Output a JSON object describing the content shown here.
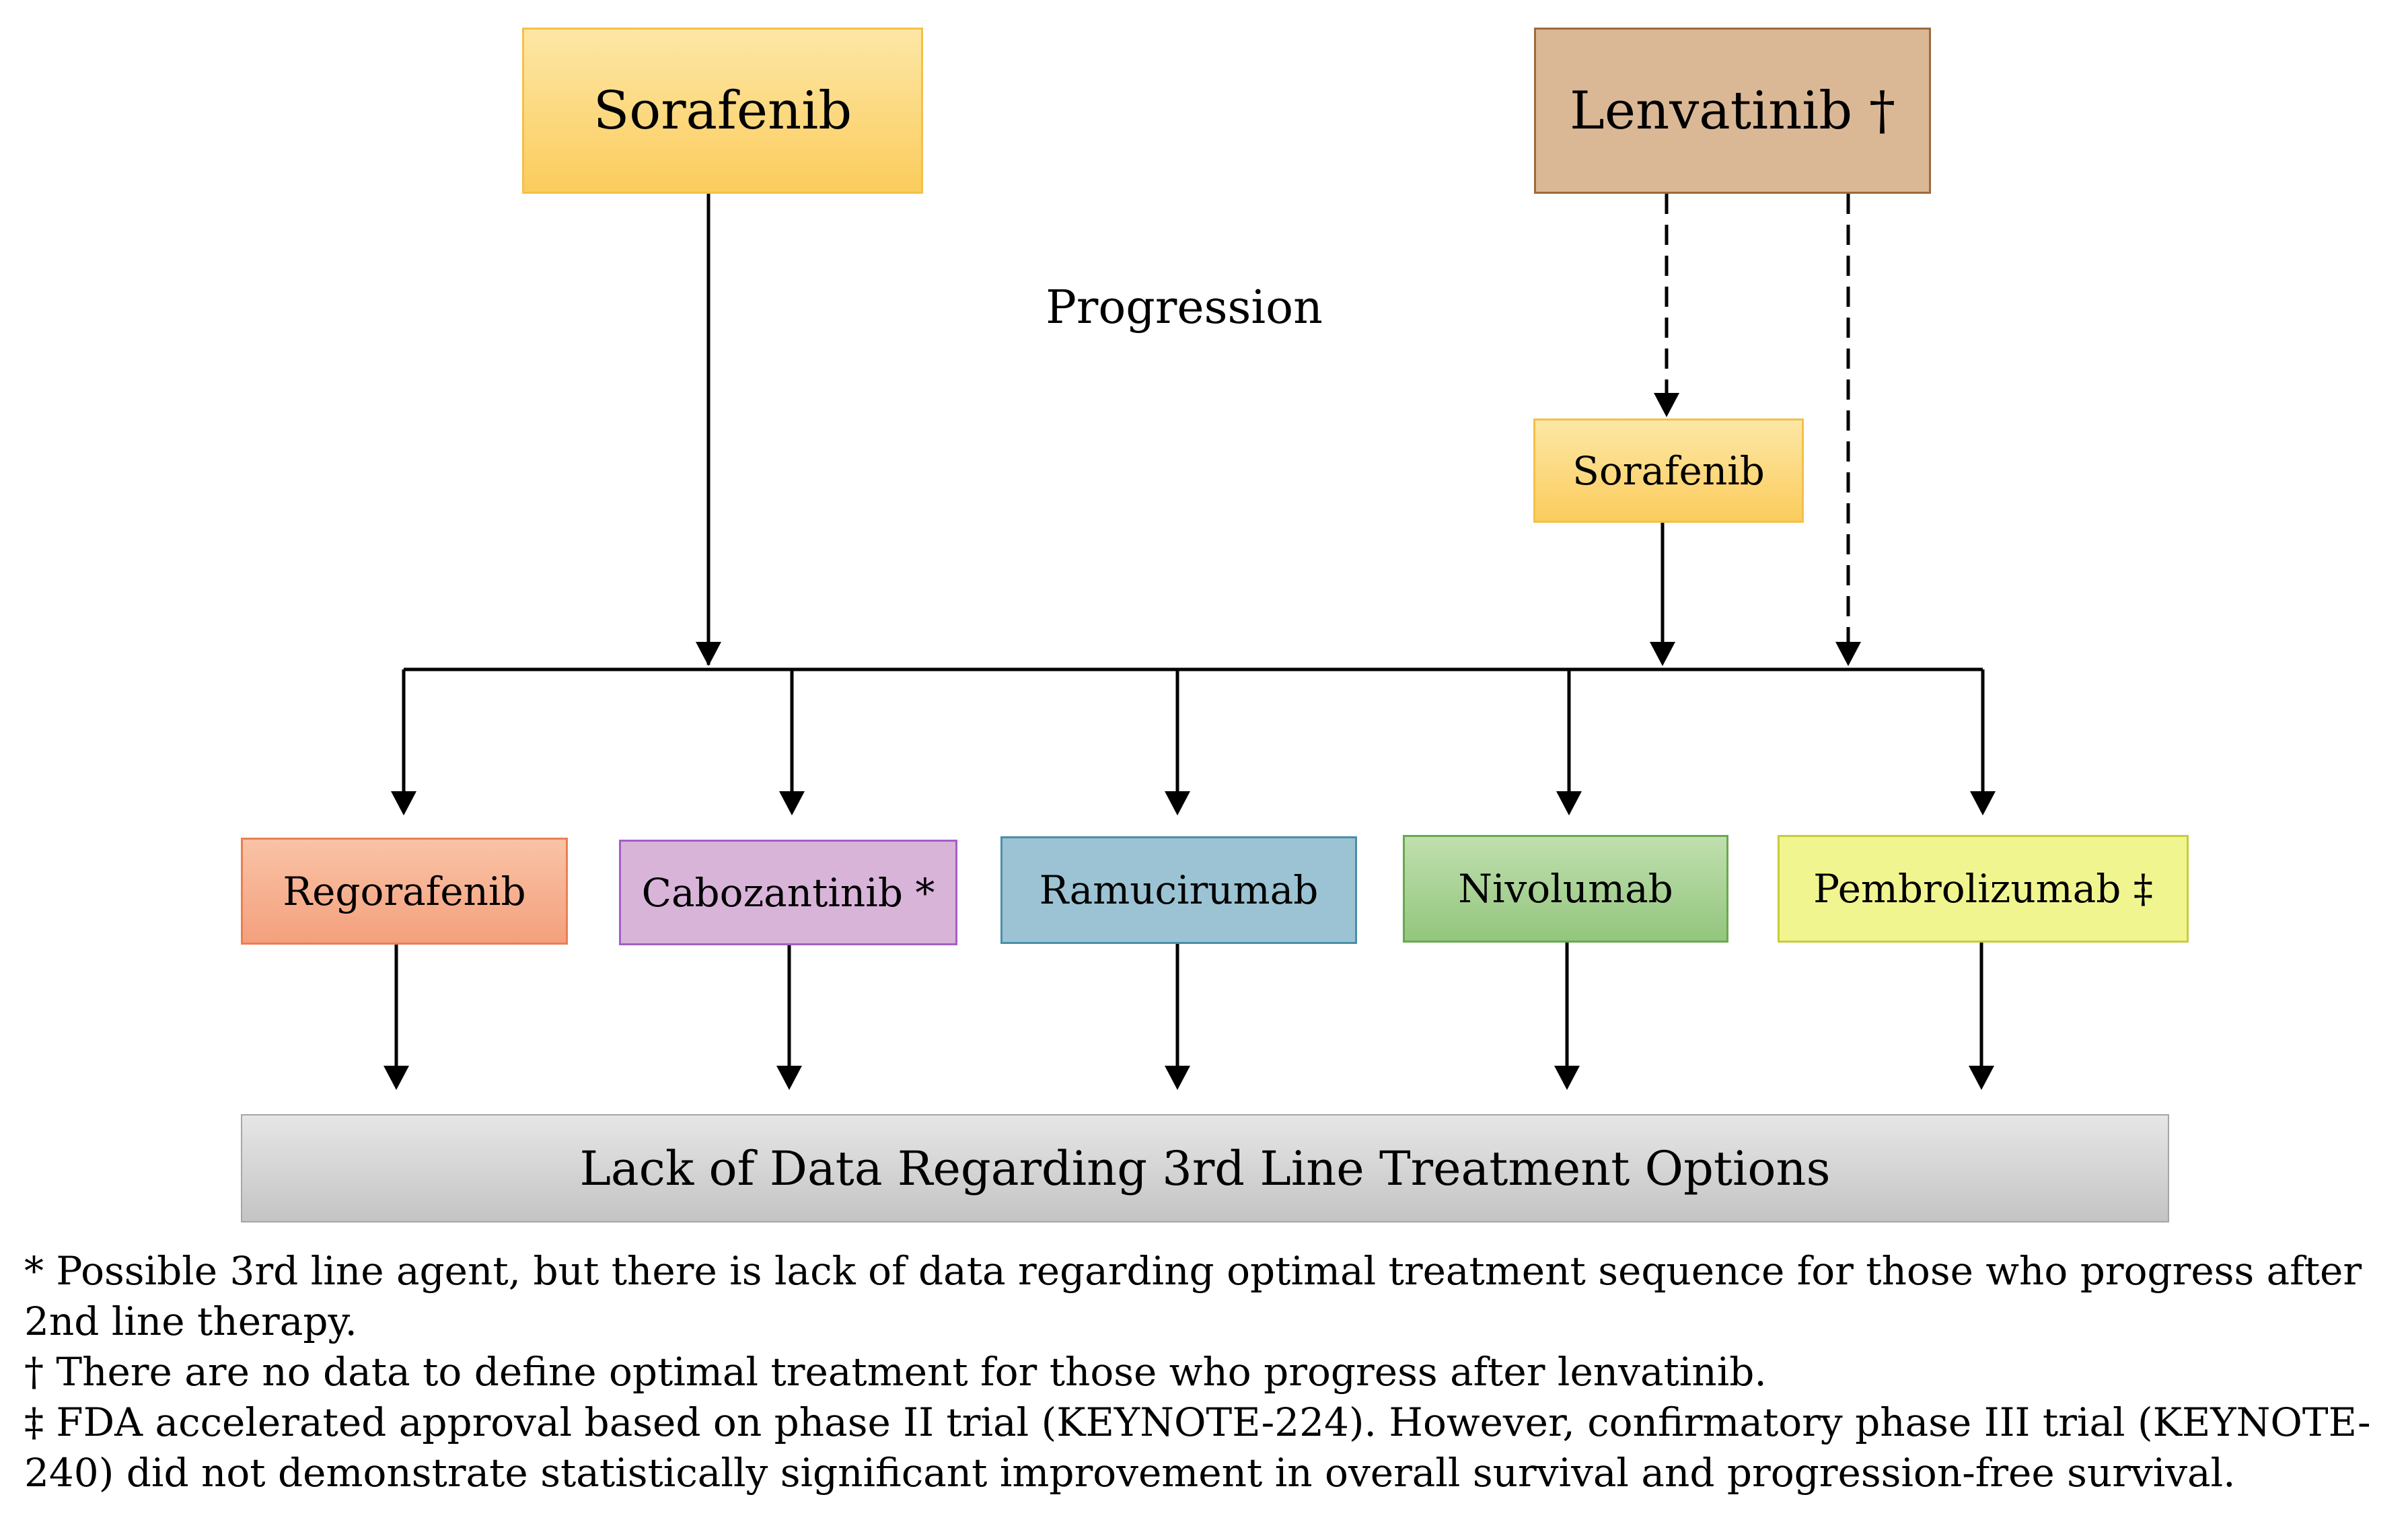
{
  "boxes": {
    "sorafenib_top": "Sorafenib",
    "lenvatinib": "Lenvatinib †",
    "sorafenib_mid": "Sorafenib",
    "regorafenib": "Regorafenib",
    "cabozantinib": "Cabozantinib *",
    "ramucirumab": "Ramucirumab",
    "nivolumab": "Nivolumab",
    "pembrolizumab": "Pembrolizumab ‡",
    "lack_of_data": "Lack of Data Regarding 3rd Line Treatment Options"
  },
  "labels": {
    "progression": "Progression"
  },
  "footnotes": [
    "* Possible 3rd line agent, but there is lack of data regarding optimal treatment sequence for those who progress after 2nd line therapy.",
    "† There are no data to define optimal treatment for those who progress after lenvatinib.",
    "‡ FDA accelerated approval based on phase II trial (KEYNOTE-224). However, confirmatory phase III trial (KEYNOTE-240) did not demonstrate statistically significant improvement in overall survival and progression-free survival."
  ],
  "colors": {
    "sorafenib_fill": "#fbcc5d",
    "lenvatinib_fill": "#dbb895",
    "regorafenib_fill": "#f4a07d",
    "cabozantinib_fill": "#d9b4d9",
    "ramucirumab_fill": "#9bc3d3",
    "nivolumab_fill": "#93c67e",
    "pembrolizumab_fill": "#f1f58f",
    "lack_of_data_fill": "#d0d0d0"
  }
}
